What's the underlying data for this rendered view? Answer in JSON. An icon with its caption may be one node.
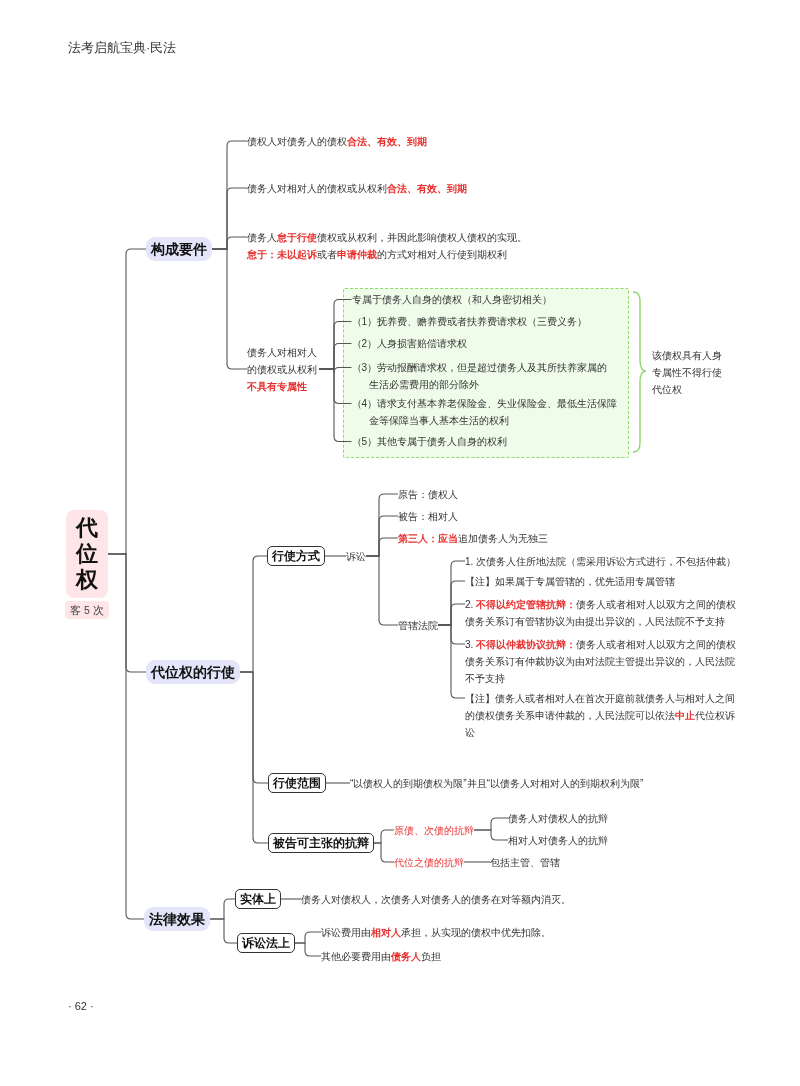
{
  "diagram": {
    "nodes": [
      {
        "text": [
          "代位权"
        ],
        "beside": [
          "客 5 次"
        ]
      },
      {
        "text": [
          "构成要件"
        ]
      },
      {
        "text": [
          "债权人对债务人的债权**合法、有效、到期**"
        ]
      },
      {
        "text": [
          "债务人对相对人的债权或从权利**合法、有效、到期**"
        ]
      },
      {
        "text": [
          "债务人**怠于行使**债权或从权利，并因此影响债权人债权的实现。",
          "**怠于：未以起诉**或者**申请仲裁**的方式对相对人行使到期权利"
        ]
      },
      {
        "text": [
          "债务人对相对人的债权或从权利**不具有专属性**"
        ]
      },
      {
        "text": [],
        "shape": "box"
      },
      {
        "text": [
          "专属于债务人自身的债权（和人身密切相关）"
        ],
        "in": 6
      },
      {
        "text": [
          "（1）抚养费、赡养费或者扶养费请求权（三费义务）"
        ],
        "in": 6
      },
      {
        "text": [
          "（2）人身损害赔偿请求权"
        ],
        "in": 6
      },
      {
        "text": [
          "（3）劳动报酬请求权，但是超过债务人及其所扶养家属的生活必需费用的部分除外"
        ],
        "in": 6
      },
      {
        "text": [
          "（4）请求支付基本养老保险金、失业保险金、最低生活保障金等保障当事人基本生活的权利"
        ],
        "in": 6
      },
      {
        "text": [
          "（5）其他专属于债务人自身的权利"
        ],
        "in": 6
      },
      {
        "text": [
          "代位权的行使"
        ]
      },
      {
        "text": [
          "行使方式"
        ]
      },
      {
        "text": [
          "诉讼"
        ]
      },
      {
        "text": [
          "原告：债权人"
        ]
      },
      {
        "text": [
          "被告：相对人"
        ]
      },
      {
        "text": [
          "**第三人：应当**追加债务人为无独三"
        ]
      },
      {
        "text": [
          "管辖法院"
        ]
      },
      {
        "text": [
          "1. 次债务人住所地法院（需采用诉讼方式进行，不包括仲裁）"
        ]
      },
      {
        "text": [
          "【注】如果属于专属管辖的，优先适用专属管辖"
        ]
      },
      {
        "text": [
          "2. **不得以约定管辖抗辩：**债务人或者相对人以双方之间的债权债务关系订有管辖协议为由提出异议的，人民法院不予支持"
        ]
      },
      {
        "text": [
          "3. **不得以仲裁协议抗辩：**债务人或者相对人以双方之间的债权债务关系订有仲裁协议为由对法院主管提出异议的，人民法院不予支持"
        ]
      },
      {
        "text": [
          "【注】债务人或者相对人在首次开庭前就债务人与相对人之间的债权债务关系申请仲裁的，人民法院可以依法**中止**代位权诉讼"
        ]
      },
      {
        "text": [
          "行使范围"
        ]
      },
      {
        "text": [
          "“以债权人的到期债权为限”并且“以债务人对相对人的到期权利为限”"
        ]
      },
      {
        "text": [
          "被告可主张的抗辩"
        ]
      },
      {
        "text": [
          "原债、次债的抗辩"
        ]
      },
      {
        "text": [
          "债务人对债权人的抗辩"
        ]
      },
      {
        "text": [
          "相对人对债务人的抗辩"
        ]
      },
      {
        "text": [
          "代位之债的抗辩"
        ]
      },
      {
        "text": [
          "包括主管、管辖"
        ]
      },
      {
        "text": [
          "法律效果"
        ]
      },
      {
        "text": [
          "实体上"
        ]
      },
      {
        "text": [
          "债务人对债权人，次债务人对债务人的债务在对等额内消灭。"
        ]
      },
      {
        "text": [
          "诉讼法上"
        ]
      },
      {
        "text": [
          "诉讼费用由**相对人**承担，从实现的债权中优先扣除。"
        ]
      },
      {
        "text": [
          "其他必要费用由**债务人**负担"
        ]
      }
    ],
    "edges": [
      {
        "from": 0,
        "to": 1,
        "arrow": "none"
      },
      {
        "from": 0,
        "to": 13,
        "arrow": "none"
      },
      {
        "from": 0,
        "to": 33,
        "arrow": "none"
      },
      {
        "from": 1,
        "to": 2,
        "arrow": "none"
      },
      {
        "from": 1,
        "to": 3,
        "arrow": "none"
      },
      {
        "from": 1,
        "to": 4,
        "arrow": "none"
      },
      {
        "from": 1,
        "to": 5,
        "arrow": "none"
      },
      {
        "from": 5,
        "to": 7,
        "arrow": "none"
      },
      {
        "from": 5,
        "to": 8,
        "arrow": "none"
      },
      {
        "from": 5,
        "to": 9,
        "arrow": "none"
      },
      {
        "from": 5,
        "to": 10,
        "arrow": "none"
      },
      {
        "from": 5,
        "to": 11,
        "arrow": "none"
      },
      {
        "from": 5,
        "to": 12,
        "arrow": "none"
      },
      {
        "from": 13,
        "to": 14,
        "arrow": "none"
      },
      {
        "from": 13,
        "to": 25,
        "arrow": "none"
      },
      {
        "from": 13,
        "to": 27,
        "arrow": "none"
      },
      {
        "from": 14,
        "to": 15,
        "arrow": "none"
      },
      {
        "from": 15,
        "to": 16,
        "arrow": "none"
      },
      {
        "from": 15,
        "to": 17,
        "arrow": "none"
      },
      {
        "from": 15,
        "to": 18,
        "arrow": "none"
      },
      {
        "from": 15,
        "to": 19,
        "arrow": "none"
      },
      {
        "from": 19,
        "to": 20,
        "arrow": "none"
      },
      {
        "from": 19,
        "to": 21,
        "arrow": "none"
      },
      {
        "from": 19,
        "to": 22,
        "arrow": "none"
      },
      {
        "from": 19,
        "to": 23,
        "arrow": "none"
      },
      {
        "from": 19,
        "to": 24,
        "arrow": "none"
      },
      {
        "from": 25,
        "to": 26,
        "arrow": "none"
      },
      {
        "from": 27,
        "to": 28,
        "arrow": "none"
      },
      {
        "from": 27,
        "to": 31,
        "arrow": "none"
      },
      {
        "from": 28,
        "to": 29,
        "arrow": "none"
      },
      {
        "from": 28,
        "to": 30,
        "arrow": "none"
      },
      {
        "from": 31,
        "to": 32,
        "arrow": "none"
      },
      {
        "from": 33,
        "to": 34,
        "arrow": "none"
      },
      {
        "from": 33,
        "to": 36,
        "arrow": "none"
      },
      {
        "from": 34,
        "to": 35,
        "arrow": "none"
      },
      {
        "from": 36,
        "to": 37,
        "arrow": "none"
      },
      {
        "from": 36,
        "to": 38,
        "arrow": "none"
      }
    ],
    "labels": [
      "法考启航宝典·民法",
      "该债权具有人身专属性不得行使代位权",
      "· 62 ·"
    ]
  }
}
